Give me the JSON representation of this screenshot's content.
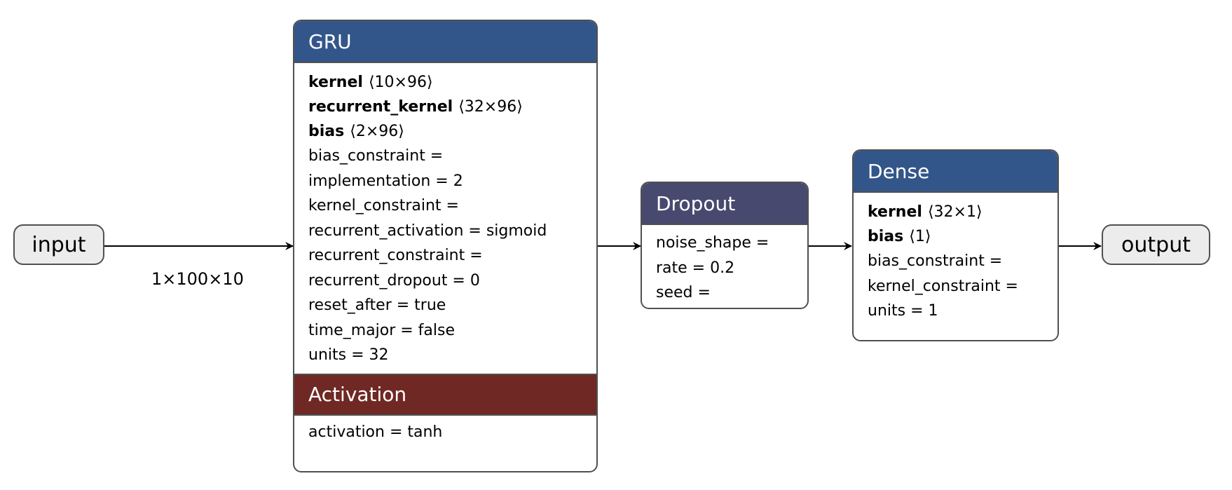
{
  "colors": {
    "layer_header": "#33568a",
    "dropout_header": "#474a6e",
    "activation_header": "#6f2824",
    "io_fill": "#ececec",
    "border": "#505050"
  },
  "input_node": {
    "label": "input"
  },
  "output_node": {
    "label": "output"
  },
  "edges": [
    {
      "from": "input",
      "to": "GRU",
      "label": "1×100×10"
    },
    {
      "from": "GRU",
      "to": "Dropout",
      "label": ""
    },
    {
      "from": "Dropout",
      "to": "Dense",
      "label": ""
    },
    {
      "from": "Dense",
      "to": "output",
      "label": ""
    }
  ],
  "gru": {
    "title": "GRU",
    "weights": [
      {
        "name": "kernel",
        "shape": "⟨10×96⟩"
      },
      {
        "name": "recurrent_kernel",
        "shape": "⟨32×96⟩"
      },
      {
        "name": "bias",
        "shape": "⟨2×96⟩"
      }
    ],
    "attributes": [
      "bias_constraint =",
      "implementation = 2",
      "kernel_constraint =",
      "recurrent_activation = sigmoid",
      "recurrent_constraint =",
      "recurrent_dropout = 0",
      "reset_after = true",
      "time_major = false",
      "units = 32"
    ],
    "activation": {
      "title": "Activation",
      "attributes": [
        "activation = tanh"
      ]
    }
  },
  "dropout": {
    "title": "Dropout",
    "attributes": [
      "noise_shape =",
      "rate = 0.2",
      "seed ="
    ]
  },
  "dense": {
    "title": "Dense",
    "weights": [
      {
        "name": "kernel",
        "shape": "⟨32×1⟩"
      },
      {
        "name": "bias",
        "shape": "⟨1⟩"
      }
    ],
    "attributes": [
      "bias_constraint =",
      "kernel_constraint =",
      "units = 1"
    ]
  }
}
